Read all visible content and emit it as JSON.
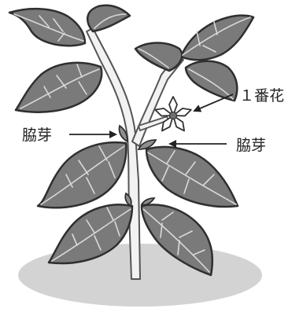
{
  "labels": {
    "first_flower": "１番花",
    "axillary_bud_left": "脇芽",
    "axillary_bud_right": "脇芽"
  },
  "colors": {
    "leaf_fill": "#7a7a7a",
    "leaf_outline": "#2f2f2f",
    "leaf_vein": "#d9d9d9",
    "stem_fill": "#f2f2f2",
    "stem_outline": "#555555",
    "bud_fill": "#8e8e8e",
    "flower_fill": "#ffffff",
    "flower_center": "#6f6f6f",
    "ground": "#d3d3d3",
    "text": "#222222",
    "arrow": "#222222"
  },
  "icons": [
    "leaf-icon",
    "flower-icon",
    "arrow-icon"
  ]
}
